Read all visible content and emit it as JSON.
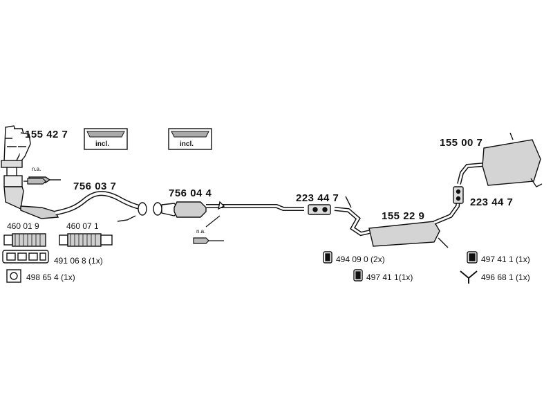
{
  "parts": {
    "manifold": "155 42 7",
    "front_pipe": "756 03 7",
    "catalyst": "756 04 4",
    "clamp_front": "223 44 7",
    "middle_silencer": "155 22 9",
    "rear_silencer": "155 00 7",
    "clamp_rear": "223 44 7",
    "flex_1": "460 01 9",
    "flex_2": "460 07 1",
    "gasket_manifold": "491 06 8 (1x)",
    "gasket_square": "498 65 4 (1x)",
    "rubber_mount_a": "494 09 0 (2x)",
    "rubber_mount_b": "497 41 1(1x)",
    "rubber_mount_c": "497 41 1 (1x)",
    "hanger_v": "496 68 1 (1x)"
  },
  "labels": {
    "incl_1": "incl.",
    "incl_2": "incl.",
    "na_1": "n.a.",
    "na_2": "n.a."
  }
}
